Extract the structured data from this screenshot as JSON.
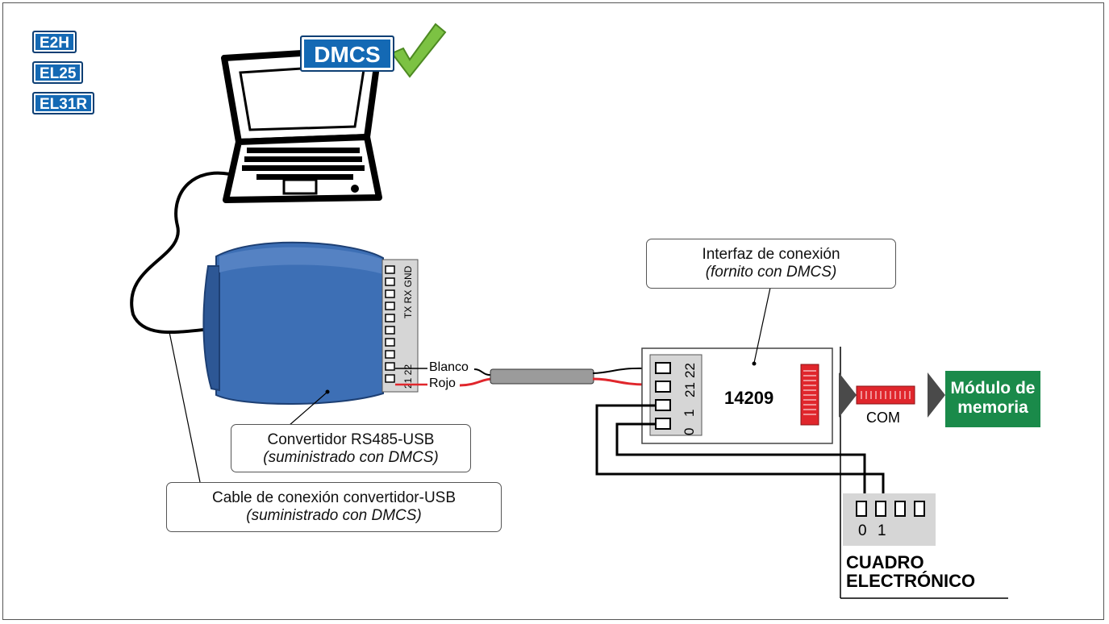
{
  "badges": [
    "E2H",
    "EL25",
    "EL31R"
  ],
  "software": "DMCS",
  "converter_pins": "TX RX GND",
  "converter_pins_bottom": "21 22",
  "wires": {
    "white": "Blanco",
    "red": "Rojo"
  },
  "interface": {
    "title": "Interfaz de conexión",
    "subtitle": "(fornito con DMCS)",
    "code": "14209",
    "terminals": [
      "22",
      "21",
      "1",
      "0"
    ],
    "port": "COM"
  },
  "module": {
    "line1": "Módulo de",
    "line2": "memoria"
  },
  "converter_label": {
    "title": "Convertidor RS485-USB",
    "subtitle": "(suministrado con DMCS)"
  },
  "cable_label": {
    "title": "Cable de conexión convertidor-USB",
    "subtitle": "(suministrado con DMCS)"
  },
  "board": {
    "terminals": [
      "0",
      "1"
    ],
    "title_line1": "CUADRO",
    "title_line2": "ELECTRÓNICO"
  },
  "colors": {
    "badge_blue": "#1469b4",
    "converter_blue": "#3d6fb5",
    "module_green": "#1a8a4a",
    "connector_red": "#e0262c",
    "check_green": "#7cc243"
  }
}
